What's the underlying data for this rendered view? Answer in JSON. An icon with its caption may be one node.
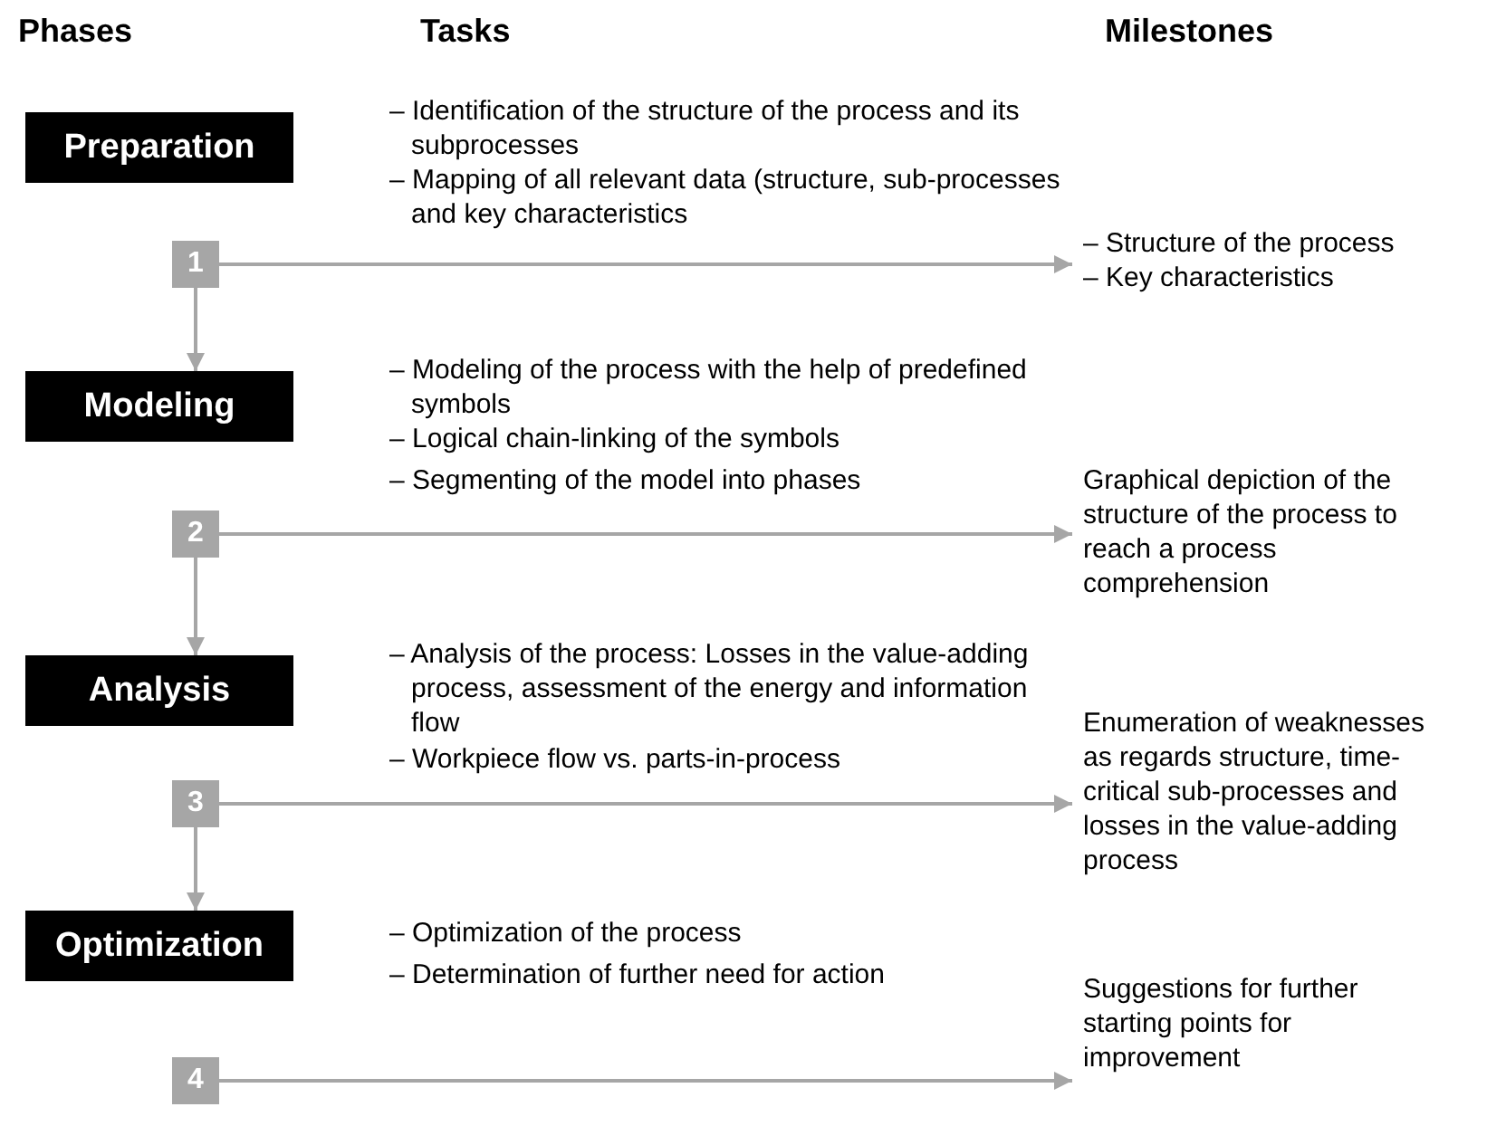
{
  "diagram": {
    "nodes": [
      {
        "text": [
          "Preparation"
        ]
      },
      {
        "text": [
          "1"
        ]
      },
      {
        "text": [
          "– Structure of the process",
          "– Key characteristics"
        ]
      },
      {
        "text": [
          "Modeling"
        ]
      },
      {
        "text": [
          "2"
        ]
      },
      {
        "text": [
          "Graphical depiction of the structure of the process to reach a process comprehension"
        ]
      },
      {
        "text": [
          "Analysis"
        ]
      },
      {
        "text": [
          "3"
        ]
      },
      {
        "text": [
          "Enumeration of weaknesses as regards structure, time-critical sub-processes and losses in the value-adding process"
        ]
      },
      {
        "text": [
          "Optimization"
        ]
      },
      {
        "text": [
          "4"
        ]
      },
      {
        "text": [
          "Suggestions for further starting points for improvement"
        ]
      }
    ],
    "edges": [
      {
        "from": 1,
        "to": 2,
        "arrow": "to"
      },
      {
        "from": 1,
        "to": 3,
        "arrow": "to"
      },
      {
        "from": 4,
        "to": 5,
        "arrow": "to"
      },
      {
        "from": 4,
        "to": 6,
        "arrow": "to"
      },
      {
        "from": 7,
        "to": 8,
        "arrow": "to"
      },
      {
        "from": 7,
        "to": 9,
        "arrow": "to"
      },
      {
        "from": 10,
        "to": 11,
        "arrow": "to"
      }
    ],
    "labels": [
      "Phases",
      "Tasks",
      "Milestones",
      "– Identification of the structure of the process and its subprocesses",
      "– Mapping of all relevant data (structure, sub-processes and key characteristics",
      "– Modeling of the process with the help of predefined symbols",
      "– Logical chain-linking of the symbols",
      "– Segmenting of the model into phases",
      "– Analysis of the process: Losses in the value-adding process, assessment of the energy and information flow",
      "– Workpiece flow vs. parts-in-process",
      "– Optimization of the process",
      "– Determination of further need for action"
    ]
  }
}
